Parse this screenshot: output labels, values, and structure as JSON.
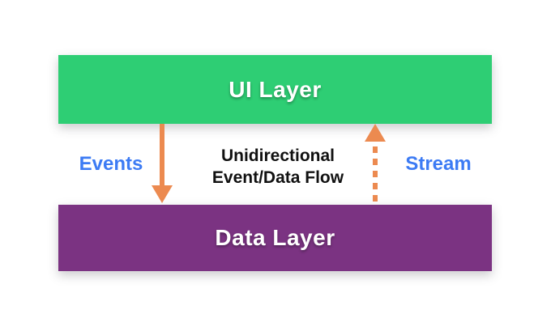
{
  "diagram": {
    "ui_layer_label": "UI Layer",
    "data_layer_label": "Data Layer",
    "events_label": "Events",
    "stream_label": "Stream",
    "flow_label_lines": {
      "0": "Unidirectional",
      "1": "Event/Data Flow"
    },
    "colors": {
      "ui_layer_green": "#2ECE74",
      "data_layer_purple": "#7B3382",
      "arrow_orange": "#EC8A50",
      "label_blue": "#3C7BF4",
      "flow_text": "#111111",
      "background": "#FFFFFF"
    }
  }
}
